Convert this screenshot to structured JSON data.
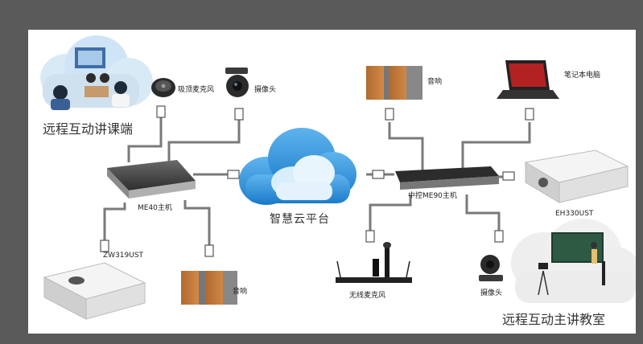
{
  "labels": {
    "remote_classroom": "远程互动讲课端",
    "ceiling_mic": "吸顶麦克风",
    "camera_top": "摄像头",
    "speaker_top": "音响",
    "laptop": "笔记本电脑",
    "me40": "ME40主机",
    "cloud": "智慧云平台",
    "me90": "中控ME90主机",
    "projector_right": "EH330UST",
    "projector_left": "ZW319UST",
    "speaker_bottom": "音响",
    "wireless_mic": "无线麦克风",
    "camera_bottom": "摄像头",
    "main_classroom": "远程互动主讲教室"
  },
  "colors": {
    "background": "#5a5a5a",
    "canvas": "#ffffff",
    "wire": "#7a7a7a",
    "cloud_dark": "#2f8fd8",
    "cloud_light": "#cfe9fb"
  }
}
